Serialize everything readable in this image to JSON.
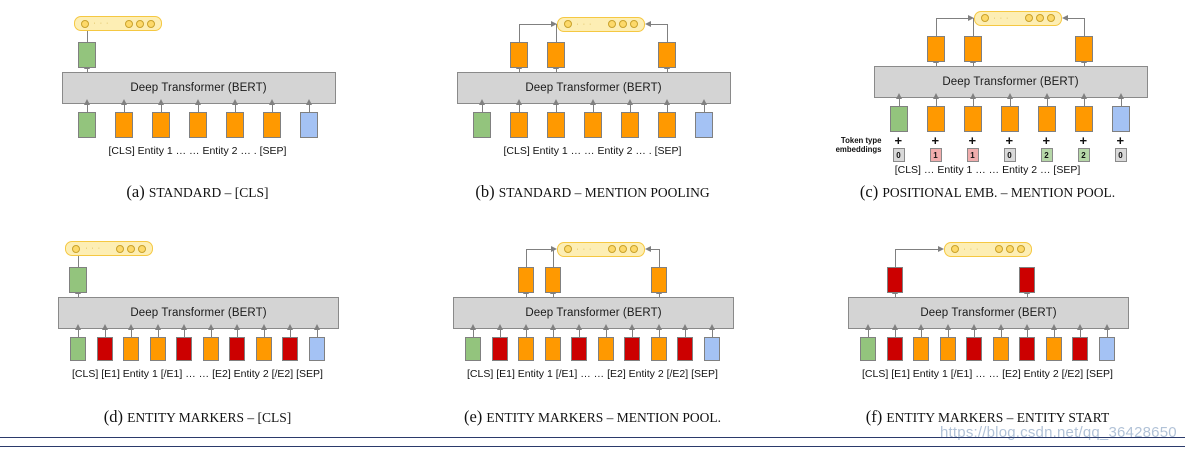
{
  "figure": {
    "bert_label": "Deep Transformer (BERT)",
    "token_type_label_line1": "Token type",
    "token_type_label_line2": "embeddings",
    "plus_sign": "+",
    "ellipsis": "…",
    "watermark": "https://blog.csdn.net/qq_36428650",
    "colors": {
      "green": "#93c47d",
      "orange": "#ff9900",
      "blue": "#a4c2f4",
      "red": "#cc0000",
      "bert_gray": "#d4d4d4",
      "pill_fill": "#fdeeb4",
      "pill_border": "#f5c842",
      "arrow_gray": "#808080",
      "tt_gray": "#d9d9d9",
      "tt_pink": "#f0adad",
      "tt_green": "#b6d7a8"
    }
  },
  "panels": [
    {
      "id": "a",
      "caption_prefix": "(a)",
      "caption": "STANDARD – [CLS]",
      "caption_parts": [
        "STANDARD",
        "–",
        "[CLS]"
      ],
      "output_mode": "cls",
      "output_box_color": "green",
      "tokens": [
        {
          "color": "green",
          "label": "[CLS]",
          "style": "plain"
        },
        {
          "color": "orange",
          "label": "Entity 1",
          "style": "entity"
        },
        {
          "color": "orange",
          "label": "",
          "style": "plain"
        },
        {
          "color": "orange",
          "label": "…",
          "style": "plain"
        },
        {
          "color": "orange",
          "label": "…",
          "style": "plain"
        },
        {
          "color": "orange",
          "label": "Entity 2",
          "style": "entity"
        },
        {
          "color": "blue",
          "label": "[SEP]",
          "style": "plain"
        }
      ],
      "label_row": "[CLS]  Entity 1   …   …   Entity 2 … .  [SEP]"
    },
    {
      "id": "b",
      "caption_prefix": "(b)",
      "caption": "STANDARD – MENTION POOLING",
      "caption_parts": [
        "STANDARD",
        "–",
        "MENTION POOLING"
      ],
      "output_mode": "pool",
      "pooled_indices": [
        1,
        2,
        5
      ],
      "pooled_box_color": "orange",
      "tokens": [
        {
          "color": "green",
          "label": "[CLS]",
          "style": "plain"
        },
        {
          "color": "orange",
          "label": "Entity 1",
          "style": "entity"
        },
        {
          "color": "orange",
          "label": "",
          "style": "plain"
        },
        {
          "color": "orange",
          "label": "…",
          "style": "plain"
        },
        {
          "color": "orange",
          "label": "…",
          "style": "plain"
        },
        {
          "color": "orange",
          "label": "Entity 2",
          "style": "entity"
        },
        {
          "color": "blue",
          "label": "[SEP]",
          "style": "plain"
        }
      ],
      "label_row": "[CLS]  Entity 1   …   …   Entity 2 … .  [SEP]"
    },
    {
      "id": "c",
      "caption_prefix": "(c)",
      "caption": "POSITIONAL EMB. – MENTION POOL.",
      "caption_parts": [
        "POSITIONAL EMB.",
        "–",
        "MENTION POOL."
      ],
      "output_mode": "pool",
      "pooled_indices": [
        1,
        2,
        5
      ],
      "pooled_box_color": "orange",
      "tokens": [
        {
          "color": "green",
          "label": "[CLS]",
          "style": "plain"
        },
        {
          "color": "orange",
          "label": "…",
          "style": "plain"
        },
        {
          "color": "orange",
          "label": "Entity 1",
          "style": "entity"
        },
        {
          "color": "orange",
          "label": "…",
          "style": "plain"
        },
        {
          "color": "orange",
          "label": "…",
          "style": "plain"
        },
        {
          "color": "orange",
          "label": "Entity 2",
          "style": "entity"
        },
        {
          "color": "blue",
          "label": "[SEP]",
          "style": "plain"
        }
      ],
      "token_type_embeddings": [
        {
          "value": "0",
          "color": "gray"
        },
        {
          "value": "1",
          "color": "pink"
        },
        {
          "value": "1",
          "color": "pink"
        },
        {
          "value": "0",
          "color": "gray"
        },
        {
          "value": "2",
          "color": "ltgrn"
        },
        {
          "value": "2",
          "color": "ltgrn"
        },
        {
          "value": "0",
          "color": "gray"
        }
      ],
      "label_row": "[CLS] …  Entity 1   …   …   Entity 2  …  [SEP]"
    },
    {
      "id": "d",
      "caption_prefix": "(d)",
      "caption": "ENTITY MARKERS – [CLS]",
      "caption_parts": [
        "ENTITY MARKERS",
        "–",
        "[CLS]"
      ],
      "output_mode": "cls",
      "output_box_color": "green",
      "tokens": [
        {
          "color": "green",
          "label": "[CLS]",
          "style": "plain"
        },
        {
          "color": "red",
          "label": "[E1]",
          "style": "plain"
        },
        {
          "color": "orange",
          "label": "Entity 1",
          "style": "entity"
        },
        {
          "color": "orange",
          "label": "",
          "style": "plain"
        },
        {
          "color": "red",
          "label": "[/E1]",
          "style": "plain"
        },
        {
          "color": "orange",
          "label": "…",
          "style": "plain"
        },
        {
          "color": "red",
          "label": "[E2]",
          "style": "plain"
        },
        {
          "color": "orange",
          "label": "Entity 2",
          "style": "entity"
        },
        {
          "color": "red",
          "label": "[/E2]",
          "style": "plain"
        },
        {
          "color": "blue",
          "label": "[SEP]",
          "style": "plain"
        }
      ],
      "label_row": "[CLS] [E1] Entity 1 [/E1] … … [E2] Entity 2 [/E2] [SEP]"
    },
    {
      "id": "e",
      "caption_prefix": "(e)",
      "caption": "ENTITY MARKERS – MENTION POOL.",
      "caption_parts": [
        "ENTITY MARKERS",
        "–",
        "MENTION POOL."
      ],
      "output_mode": "pool",
      "pooled_indices": [
        2,
        3,
        7
      ],
      "pooled_box_color": "orange",
      "tokens": [
        {
          "color": "green",
          "label": "[CLS]",
          "style": "plain"
        },
        {
          "color": "red",
          "label": "[E1]",
          "style": "plain"
        },
        {
          "color": "orange",
          "label": "Entity 1",
          "style": "entity"
        },
        {
          "color": "orange",
          "label": "",
          "style": "plain"
        },
        {
          "color": "red",
          "label": "[/E1]",
          "style": "plain"
        },
        {
          "color": "orange",
          "label": "…",
          "style": "plain"
        },
        {
          "color": "red",
          "label": "[E2]",
          "style": "plain"
        },
        {
          "color": "orange",
          "label": "Entity 2",
          "style": "entity"
        },
        {
          "color": "red",
          "label": "[/E2]",
          "style": "plain"
        },
        {
          "color": "blue",
          "label": "[SEP]",
          "style": "plain"
        }
      ],
      "label_row": "[CLS] [E1] Entity 1 [/E1] … … [E2] Entity 2 [/E2] [SEP]"
    },
    {
      "id": "f",
      "caption_prefix": "(f)",
      "caption": "ENTITY MARKERS – ENTITY START",
      "caption_parts": [
        "ENTITY MARKERS",
        "–",
        "ENTITY START"
      ],
      "output_mode": "pool",
      "pooled_indices": [
        1,
        6
      ],
      "pooled_box_color": "red",
      "tokens": [
        {
          "color": "green",
          "label": "[CLS]",
          "style": "plain"
        },
        {
          "color": "red",
          "label": "[E1]",
          "style": "plain"
        },
        {
          "color": "orange",
          "label": "Entity 1",
          "style": "entity"
        },
        {
          "color": "orange",
          "label": "",
          "style": "plain"
        },
        {
          "color": "red",
          "label": "[/E1]",
          "style": "plain"
        },
        {
          "color": "orange",
          "label": "…",
          "style": "plain"
        },
        {
          "color": "red",
          "label": "[E2]",
          "style": "plain"
        },
        {
          "color": "orange",
          "label": "Entity 2",
          "style": "entity"
        },
        {
          "color": "red",
          "label": "[/E2]",
          "style": "plain"
        },
        {
          "color": "blue",
          "label": "[SEP]",
          "style": "plain"
        }
      ],
      "label_row": "[CLS] [E1] Entity 1 [/E1] … … [E2] Entity 2 [/E2] [SEP]"
    }
  ]
}
